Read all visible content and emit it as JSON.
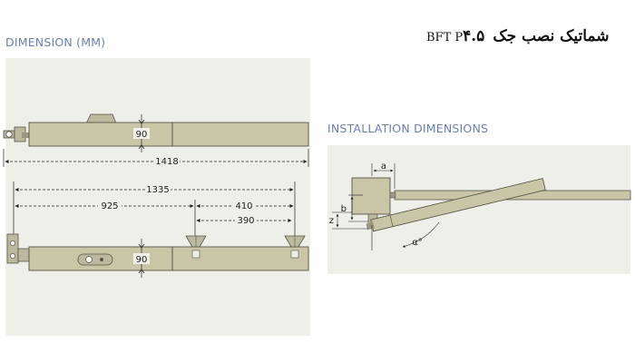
{
  "header": {
    "title_fa": "شماتیک نصب جک",
    "title_model_prefix": "BFT P",
    "title_model_number": "۴.۵"
  },
  "left_panel": {
    "heading": "DIMENSION (MM)",
    "dims": {
      "height_top": "90",
      "total_length": "1418",
      "span_1335": "1335",
      "span_925": "925",
      "span_410": "410",
      "span_390": "390",
      "height_bottom": "90"
    }
  },
  "right_panel": {
    "heading": "INSTALLATION DIMENSIONS",
    "labels": {
      "a": "a",
      "b": "b",
      "z": "z",
      "alpha": "α°"
    }
  },
  "colors": {
    "actuator_body": "#c9c5a7",
    "actuator_edge": "#555548",
    "panel_bg": "#efefea",
    "heading_blue": "#6b7fb2"
  }
}
